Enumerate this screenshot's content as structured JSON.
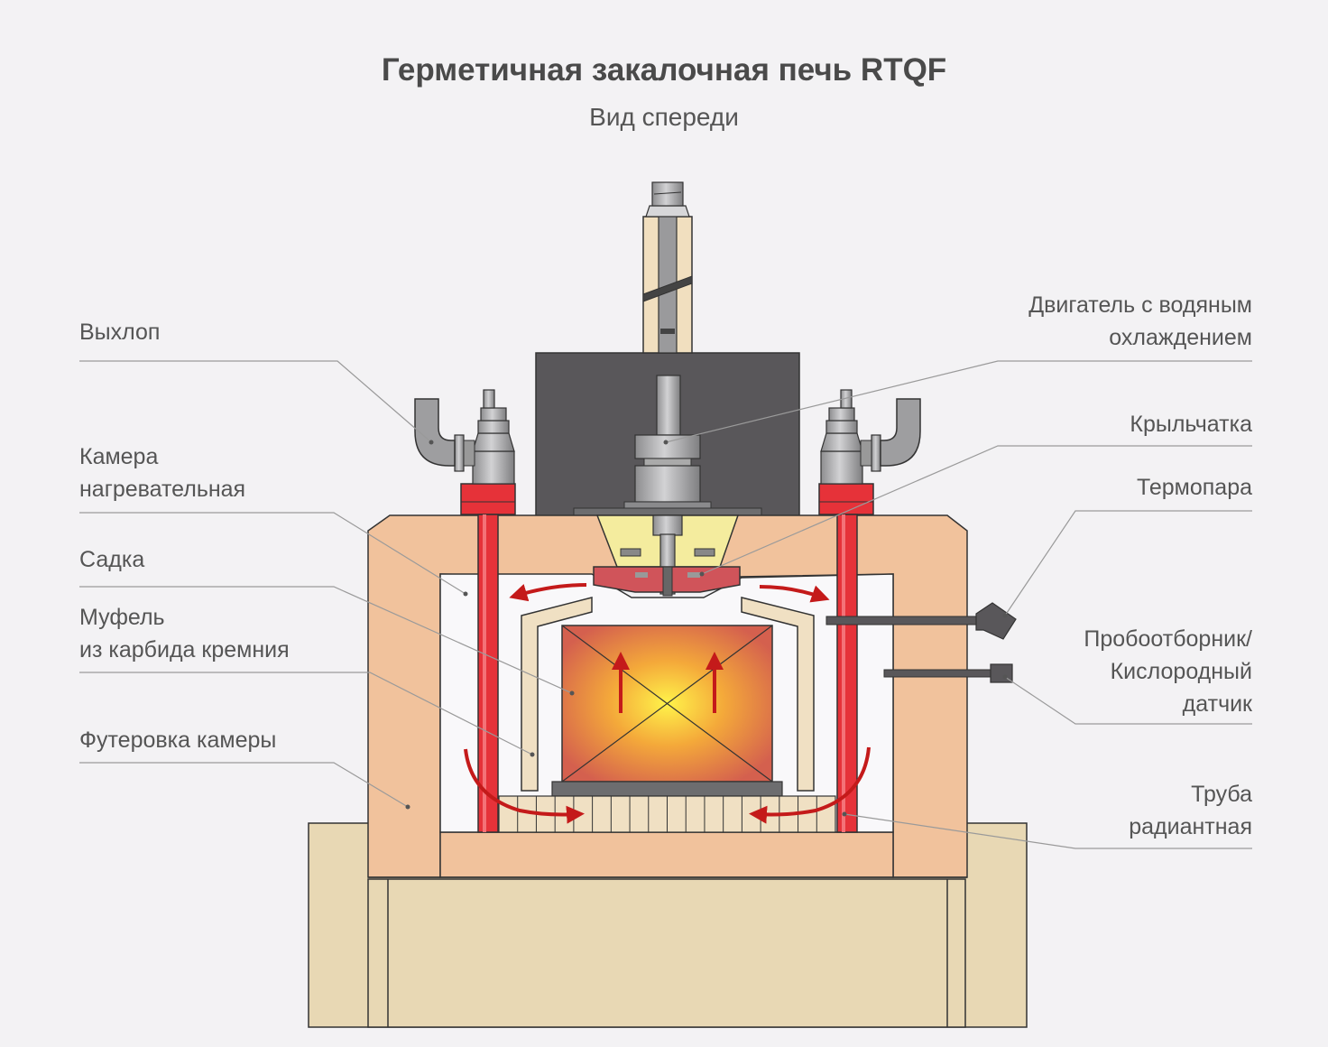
{
  "title": "Герметичная закалочная печь RTQF",
  "subtitle": "Вид спереди",
  "labels": {
    "exhaust": "Выхлоп",
    "chamber_1": "Камера",
    "chamber_2": "нагревательная",
    "load": "Садка",
    "muffle_1": "Муфель",
    "muffle_2": "из карбида кремния",
    "lining": "Футеровка камеры",
    "motor_1": "Двигатель с водяным",
    "motor_2": "охлаждением",
    "impeller": "Крыльчатка",
    "thermocouple": "Термопара",
    "sampler_1": "Пробоотборник/",
    "sampler_2": "Кислородный",
    "sampler_3": "датчик",
    "tube_1": "Труба",
    "tube_2": "радиантная"
  },
  "colors": {
    "refractory": "#f1c29c",
    "base": "#e8d8b4",
    "motor_housing": "#59575a",
    "radiant_tube": "#e63239",
    "flow_arrow": "#c41a1a",
    "muffle": "#f0e0c3",
    "impeller": "#d0545a"
  }
}
